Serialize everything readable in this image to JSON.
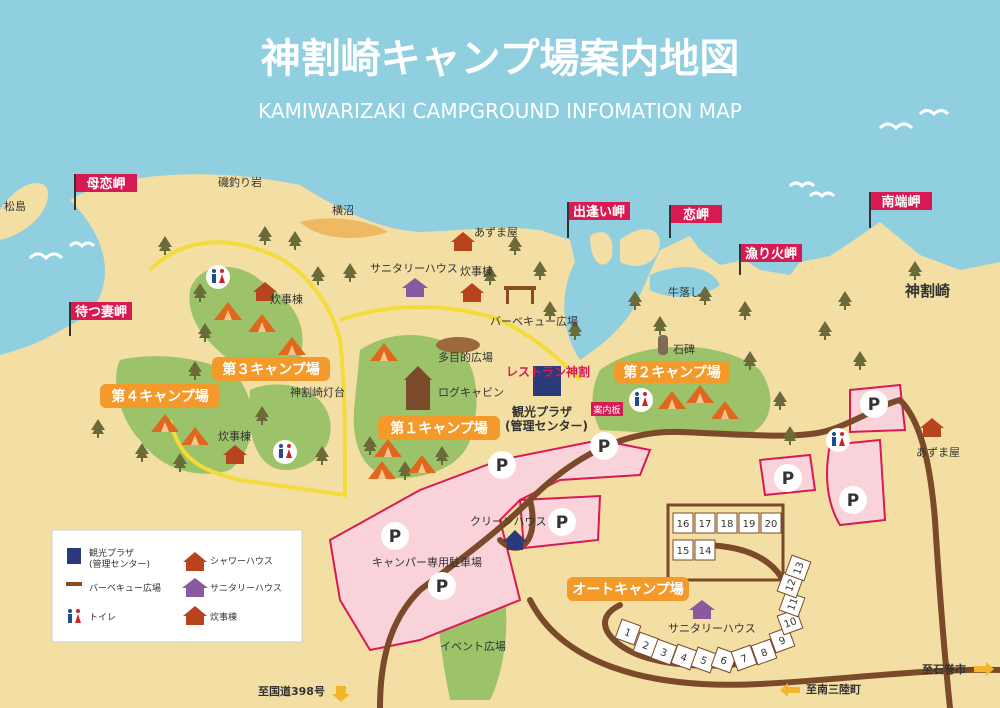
{
  "title": "神割崎キャンプ場案内地図",
  "subtitle": "KAMIWARIZAKI CAMPGROUND INFOMATION MAP",
  "colors": {
    "sea": "#8fcfe0",
    "land": "#f3dfa4",
    "grass": "#9cc26a",
    "parking": "#f9d3d9",
    "road": "#7a4a2a",
    "path": "#f3db3a",
    "flag": "#d81a52",
    "orange_label": "#f39a2b"
  },
  "capes": {
    "hahakoi": "母恋岬",
    "matsutsuma": "待つ妻岬",
    "deai": "出逢い岬",
    "koi": "恋岬",
    "isaribi": "漁り火岬",
    "nantan": "南端岬"
  },
  "places": {
    "matsushima": "松島",
    "isozuri": "磯釣り岩",
    "yokonuma": "横沼",
    "azumaya": "あずま屋",
    "azumaya2": "あずま屋",
    "sanitary1": "サニタリーハウス",
    "suijito1": "炊事棟",
    "suijito2": "炊事棟",
    "suijito3": "炊事棟",
    "bbq": "バーベキュー広場",
    "ushiotoshi": "牛落し",
    "kamiwarizaki": "神割崎",
    "tamokuteki": "多目的広場",
    "log_cabin": "ログキャビン",
    "restaurant": "レストラン神割",
    "plaza_1": "観光プラザ",
    "plaza_2": "(管理センター)",
    "info_board": "案内板",
    "sekihi": "石碑",
    "lighthouse": "神割崎灯台",
    "clean_house": "クリーンハウス",
    "camper_parking": "キャンパー専用駐車場",
    "event": "イベント広場",
    "sanitary2": "サニタリーハウス"
  },
  "camp_sites": {
    "site1": "第１キャンプ場",
    "site2": "第２キャンプ場",
    "site3": "第３キャンプ場",
    "site4": "第４キャンプ場",
    "auto": "オートキャンプ場"
  },
  "parking_symbol": "P",
  "directions": {
    "route398": "至国道398号",
    "minamisanriku": "至南三陸町",
    "ishinomaki": "至石巻市"
  },
  "auto_sites_top": [
    "16",
    "17",
    "18",
    "19",
    "20"
  ],
  "auto_sites_mid": [
    "15",
    "14"
  ],
  "auto_sites_curve": [
    "1",
    "2",
    "3",
    "4",
    "5",
    "6",
    "7",
    "8",
    "9",
    "10",
    "11",
    "12",
    "13"
  ],
  "legend": [
    {
      "label": "観光プラザ\n(管理センター)",
      "label_1": "観光プラザ",
      "label_2": "(管理センター)",
      "icon": "building-icon"
    },
    {
      "label": "シャワーハウス",
      "icon": "shower-house-icon"
    },
    {
      "label": "バーベキュー広場",
      "icon": "bbq-icon"
    },
    {
      "label": "サニタリーハウス",
      "icon": "sanitary-house-icon"
    },
    {
      "label": "トイレ",
      "icon": "toilet-icon"
    },
    {
      "label": "炊事棟",
      "icon": "kitchen-icon"
    }
  ]
}
